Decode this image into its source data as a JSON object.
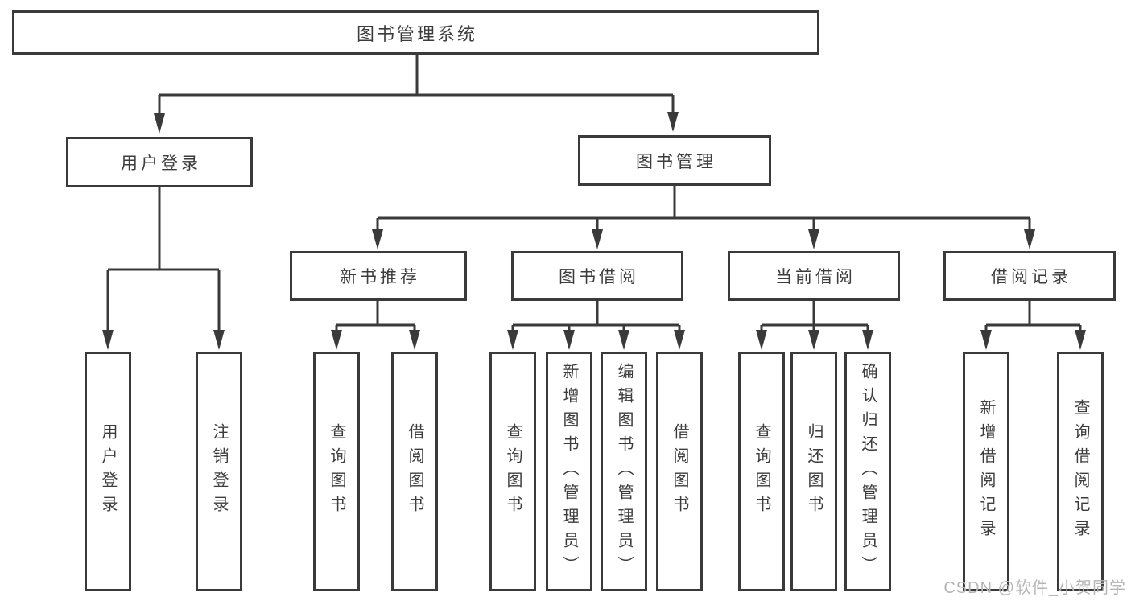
{
  "diagram": {
    "type": "tree",
    "root": {
      "label": "图书管理系统",
      "children": [
        {
          "label": "用户登录",
          "children": [
            {
              "label": "用户登录"
            },
            {
              "label": "注销登录"
            }
          ]
        },
        {
          "label": "图书管理",
          "children": [
            {
              "label": "新书推荐",
              "children": [
                {
                  "label": "查询图书"
                },
                {
                  "label": "借阅图书"
                }
              ]
            },
            {
              "label": "图书借阅",
              "children": [
                {
                  "label": "查询图书"
                },
                {
                  "label": "新增图书（管理员）"
                },
                {
                  "label": "编辑图书（管理员）"
                },
                {
                  "label": "借阅图书"
                }
              ]
            },
            {
              "label": "当前借阅",
              "children": [
                {
                  "label": "查询图书"
                },
                {
                  "label": "归还图书"
                },
                {
                  "label": "确认归还（管理员）"
                }
              ]
            },
            {
              "label": "借阅记录",
              "children": [
                {
                  "label": "新增借阅记录"
                },
                {
                  "label": "查询借阅记录"
                }
              ]
            }
          ]
        }
      ]
    }
  },
  "watermark": {
    "text": "CSDN @软件_小贺同学"
  },
  "colors": {
    "line": "#3a3a3a",
    "text": "#3c3c3c",
    "box_background": "#ffffff",
    "page_background": "#ffffff",
    "watermark": "#b5b5b5"
  }
}
